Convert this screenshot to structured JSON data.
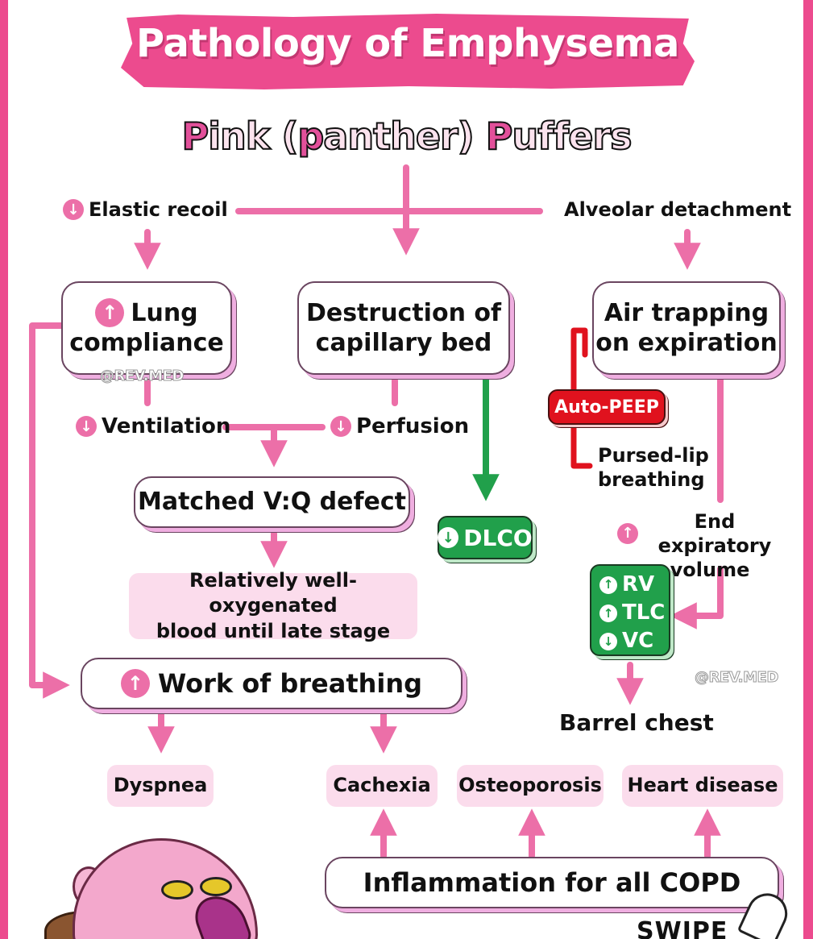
{
  "title": "Pathology of Emphysema",
  "subtitle": {
    "parts": [
      {
        "text": "P",
        "accent": true
      },
      {
        "text": "ink (",
        "accent": false
      },
      {
        "text": "p",
        "accent": true
      },
      {
        "text": "anther) ",
        "accent": false
      },
      {
        "text": "P",
        "accent": true
      },
      {
        "text": "uffers",
        "accent": false
      }
    ],
    "full": "Pink (panther) Puffers"
  },
  "colors": {
    "brand_pink": "#ec4b8e",
    "arrow_pink": "#ec6fa8",
    "node_shadow": "#efaee0",
    "pill_bg": "#fbdcec",
    "green": "#21a04b",
    "red": "#e0121e"
  },
  "icons": {
    "down": "down-arrow-circle-icon",
    "up": "up-arrow-circle-icon",
    "glyph_down": "↓",
    "glyph_up": "↑"
  },
  "nodes": {
    "elastic_recoil": {
      "label": "Elastic recoil",
      "direction": "down"
    },
    "alveolar_detachment": {
      "label": "Alveolar detachment"
    },
    "lung_compliance": {
      "label_line1": "Lung",
      "label_line2": "compliance",
      "direction": "up"
    },
    "destruction": {
      "label_line1": "Destruction of",
      "label_line2": "capillary bed"
    },
    "air_trapping": {
      "label_line1": "Air trapping",
      "label_line2": "on expiration"
    },
    "ventilation": {
      "label": "Ventilation",
      "direction": "down"
    },
    "perfusion": {
      "label": "Perfusion",
      "direction": "down"
    },
    "vq_defect": {
      "label": "Matched V:Q defect"
    },
    "oxygenated": {
      "label_line1": "Relatively well-oxygenated",
      "label_line2": "blood until late stage"
    },
    "dlco": {
      "label": "DLCO",
      "direction": "down"
    },
    "auto_peep": {
      "label": "Auto-PEEP"
    },
    "pursed_lip": {
      "label_line1": "Pursed-lip",
      "label_line2": "breathing"
    },
    "end_expiratory": {
      "label_line1": "End expiratory",
      "label_line2": "volume",
      "direction": "up"
    },
    "volumes": [
      {
        "label": "RV",
        "direction": "up"
      },
      {
        "label": "TLC",
        "direction": "up"
      },
      {
        "label": "VC",
        "direction": "down"
      }
    ],
    "work_of_breathing": {
      "label": "Work of breathing",
      "direction": "up"
    },
    "barrel_chest": {
      "label": "Barrel chest"
    },
    "outcomes": [
      {
        "label": "Dyspnea"
      },
      {
        "label": "Cachexia"
      },
      {
        "label": "Osteoporosis"
      },
      {
        "label": "Heart disease"
      }
    ],
    "inflammation": {
      "label": "Inflammation for all COPD"
    }
  },
  "watermark": "@REV.MED",
  "footer": {
    "swipe": "SWIPE"
  }
}
